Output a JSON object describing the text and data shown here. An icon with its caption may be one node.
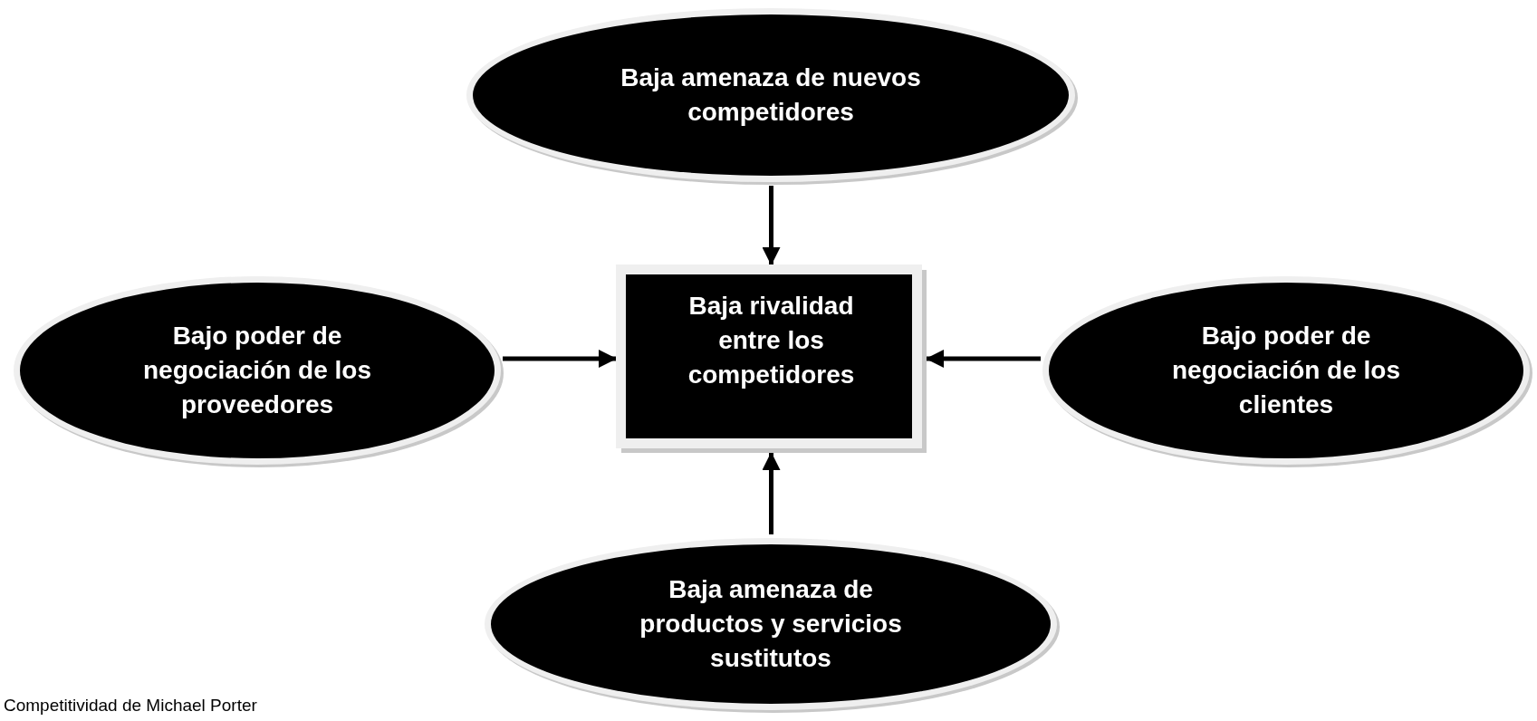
{
  "diagram": {
    "nodes": [
      {
        "text": [
          "Baja amenaza de nuevos competidores"
        ]
      },
      {
        "text": [
          "Bajo poder de negociación de los proveedores"
        ]
      },
      {
        "text": [
          "Baja rivalidad entre los competidores"
        ]
      },
      {
        "text": [
          "Bajo poder de negociación de los clientes"
        ]
      },
      {
        "text": [
          "Baja amenaza de productos y servicios sustitutos"
        ]
      }
    ],
    "edges": [
      {
        "from": 0,
        "to": 2,
        "arrow": "to"
      },
      {
        "from": 1,
        "to": 2,
        "arrow": "to"
      },
      {
        "from": 3,
        "to": 2,
        "arrow": "to"
      },
      {
        "from": 4,
        "to": 2,
        "arrow": "to"
      }
    ],
    "labels": [
      "Competitividad de Michael Porter"
    ]
  }
}
